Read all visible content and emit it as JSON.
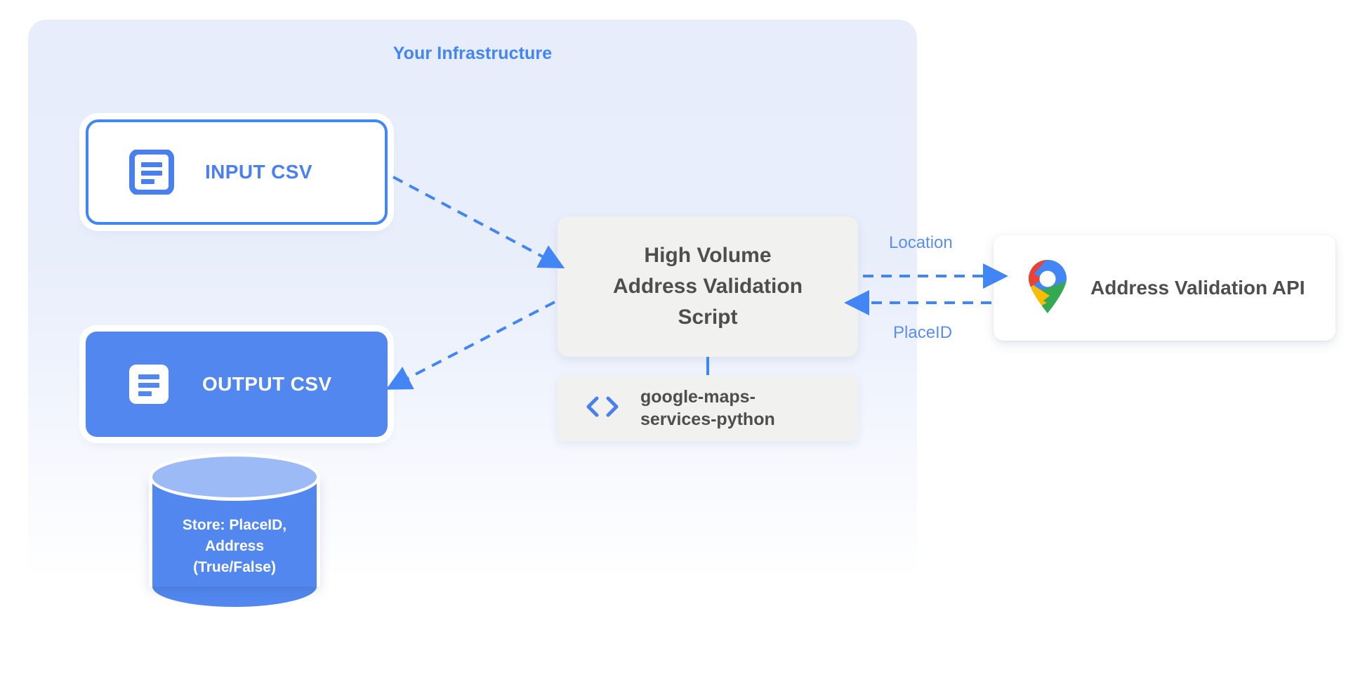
{
  "diagram": {
    "panel": {
      "title": "Your Infrastructure"
    },
    "nodes": {
      "input_csv": {
        "label": "INPUT CSV",
        "icon": "document-icon"
      },
      "output_csv": {
        "label": "OUTPUT CSV",
        "icon": "document-icon"
      },
      "database": {
        "line1": "Store: PlaceID,",
        "line2": "Address",
        "line3": "(True/False)",
        "icon": "database-cylinder-icon"
      },
      "script": {
        "line1": "High Volume",
        "line2": "Address Validation",
        "line3": "Script"
      },
      "library": {
        "line1": "google-maps-",
        "line2": "services-python",
        "icon": "code-brackets-icon"
      },
      "api": {
        "label": "Address Validation API",
        "icon": "google-maps-pin-icon"
      }
    },
    "edges": {
      "location": "Location",
      "placeid": "PlaceID"
    },
    "colors": {
      "accent_blue": "#4285f4",
      "node_blue": "#5187ef",
      "light_blue": "#9cbaf6",
      "panel_bg": "#e7edfb",
      "gray_box": "#f1f1ef",
      "gray_text": "#4e4e4e",
      "maps_pin_blue": "#4285f4",
      "maps_pin_red": "#ea4335",
      "maps_pin_yellow": "#fbbc04",
      "maps_pin_green": "#34a853"
    }
  }
}
